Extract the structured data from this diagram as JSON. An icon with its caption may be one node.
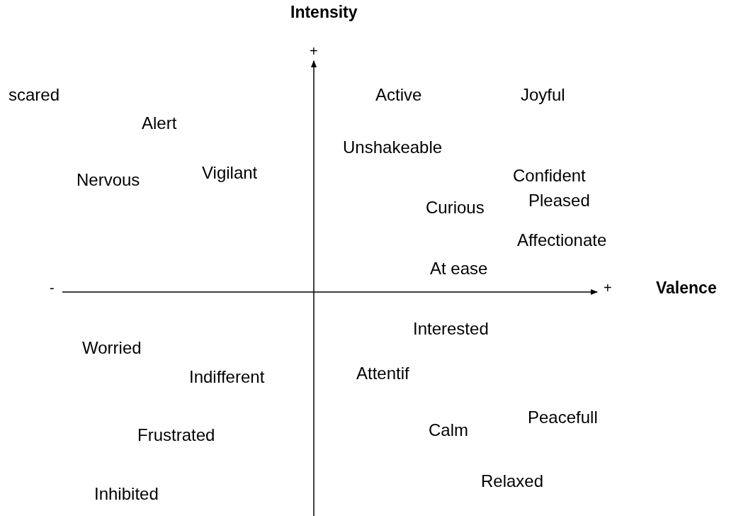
{
  "diagram": {
    "labels": [
      "Intensity",
      "+",
      "scared",
      "Active",
      "Joyful",
      "Alert",
      "Unshakeable",
      "Vigilant",
      "Confident",
      "Nervous",
      "Pleased",
      "Curious",
      "Affectionate",
      "At ease",
      "-",
      "+",
      "Valence",
      "Interested",
      "Worried",
      "Attentif",
      "Indifferent",
      "Peacefull",
      "Calm",
      "Frustrated",
      "Relaxed",
      "Inhibited"
    ]
  }
}
